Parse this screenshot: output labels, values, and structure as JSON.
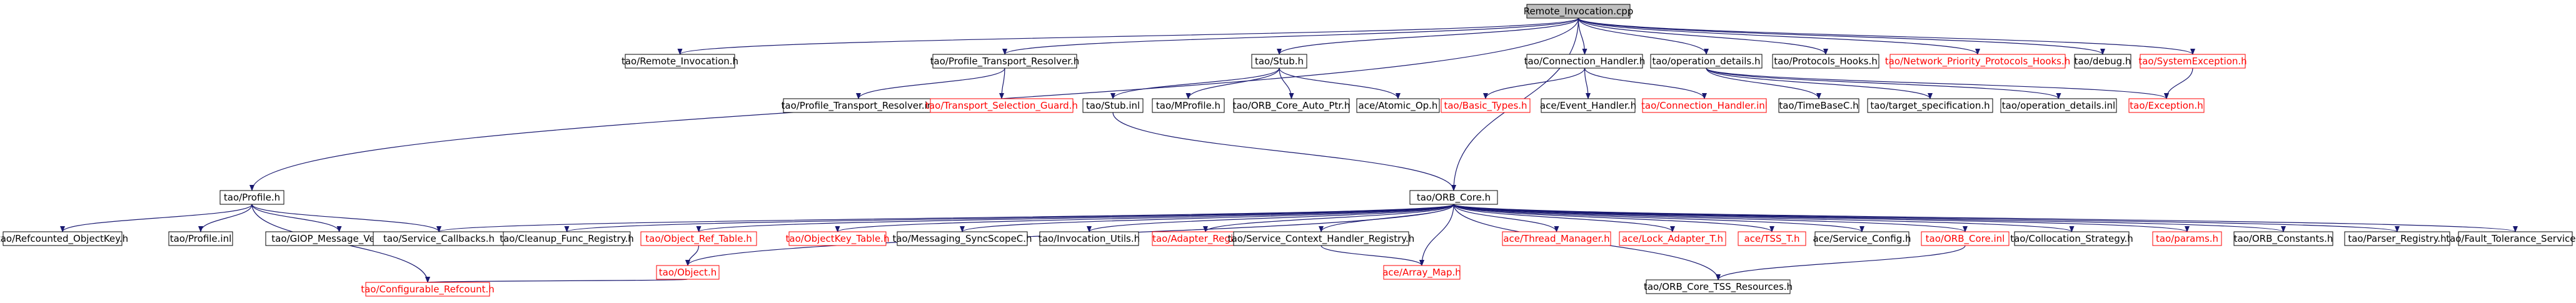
{
  "diagram": {
    "title": "Include dependency graph for Remote_Invocation.cpp",
    "colors": {
      "edge": "#191970",
      "root_fill": "#bfbfbf",
      "node_fill": "#ffffff",
      "node_border": "#000000",
      "missing_border": "#ff0000"
    },
    "nodes": [
      {
        "id": "root",
        "label": "Remote_Invocation.cpp",
        "style": "root"
      },
      {
        "id": "n_remote_inv_h",
        "label": "tao/Remote_Invocation.h",
        "style": "normal"
      },
      {
        "id": "n_ptr_h",
        "label": "tao/Profile_Transport_Resolver.h",
        "style": "normal"
      },
      {
        "id": "n_stub_h",
        "label": "tao/Stub.h",
        "style": "normal"
      },
      {
        "id": "n_conn_handler_h",
        "label": "tao/Connection_Handler.h",
        "style": "normal"
      },
      {
        "id": "n_opdetails_h",
        "label": "tao/operation_details.h",
        "style": "normal"
      },
      {
        "id": "n_protocols_hooks",
        "label": "tao/Protocols_Hooks.h",
        "style": "normal"
      },
      {
        "id": "n_npp_hooks",
        "label": "tao/Network_Priority_Protocols_Hooks.h",
        "style": "missing"
      },
      {
        "id": "n_debug",
        "label": "tao/debug.h",
        "style": "normal"
      },
      {
        "id": "n_sysexc",
        "label": "tao/SystemException.h",
        "style": "missing"
      },
      {
        "id": "n_ptr_inl",
        "label": "tao/Profile_Transport_Resolver.inl",
        "style": "normal"
      },
      {
        "id": "n_tsg",
        "label": "tao/Transport_Selection_Guard.h",
        "style": "missing"
      },
      {
        "id": "n_stub_inl",
        "label": "tao/Stub.inl",
        "style": "normal"
      },
      {
        "id": "n_mprofile",
        "label": "tao/MProfile.h",
        "style": "normal"
      },
      {
        "id": "n_orb_auto_ptr",
        "label": "tao/ORB_Core_Auto_Ptr.h",
        "style": "normal"
      },
      {
        "id": "n_atomic_op",
        "label": "ace/Atomic_Op.h",
        "style": "normal"
      },
      {
        "id": "n_basic_types",
        "label": "tao/Basic_Types.h",
        "style": "missing"
      },
      {
        "id": "n_event_handler",
        "label": "ace/Event_Handler.h",
        "style": "normal"
      },
      {
        "id": "n_conn_handler_inl",
        "label": "tao/Connection_Handler.inl",
        "style": "missing"
      },
      {
        "id": "n_timebasec",
        "label": "tao/TimeBaseC.h",
        "style": "normal"
      },
      {
        "id": "n_target_spec",
        "label": "tao/target_specification.h",
        "style": "normal"
      },
      {
        "id": "n_opdetails_inl",
        "label": "tao/operation_details.inl",
        "style": "normal"
      },
      {
        "id": "n_exception",
        "label": "tao/Exception.h",
        "style": "missing"
      },
      {
        "id": "n_profile_h",
        "label": "tao/Profile.h",
        "style": "normal"
      },
      {
        "id": "n_orb_core",
        "label": "tao/ORB_Core.h",
        "style": "normal"
      },
      {
        "id": "n_refcounted_objkey",
        "label": "tao/Refcounted_ObjectKey.h",
        "style": "normal"
      },
      {
        "id": "n_profile_inl",
        "label": "tao/Profile.inl",
        "style": "normal"
      },
      {
        "id": "n_giop_ver",
        "label": "tao/GIOP_Message_Version.h",
        "style": "normal"
      },
      {
        "id": "n_service_callbacks",
        "label": "tao/Service_Callbacks.h",
        "style": "normal"
      },
      {
        "id": "n_cleanup_func",
        "label": "tao/Cleanup_Func_Registry.h",
        "style": "normal"
      },
      {
        "id": "n_objref_table",
        "label": "tao/Object_Ref_Table.h",
        "style": "missing"
      },
      {
        "id": "n_objkey_table",
        "label": "tao/ObjectKey_Table.h",
        "style": "missing"
      },
      {
        "id": "n_messaging_sync",
        "label": "tao/Messaging_SyncScopeC.h",
        "style": "normal"
      },
      {
        "id": "n_invocation_utils",
        "label": "tao/Invocation_Utils.h",
        "style": "normal"
      },
      {
        "id": "n_adapter_registry",
        "label": "tao/Adapter_Registry.h",
        "style": "missing"
      },
      {
        "id": "n_scontext_registry",
        "label": "tao/Service_Context_Handler_Registry.h",
        "style": "normal"
      },
      {
        "id": "n_thread_manager",
        "label": "ace/Thread_Manager.h",
        "style": "missing"
      },
      {
        "id": "n_lock_adapter",
        "label": "ace/Lock_Adapter_T.h",
        "style": "missing"
      },
      {
        "id": "n_tss_t",
        "label": "ace/TSS_T.h",
        "style": "missing"
      },
      {
        "id": "n_service_config",
        "label": "ace/Service_Config.h",
        "style": "normal"
      },
      {
        "id": "n_orb_core_inl",
        "label": "tao/ORB_Core.inl",
        "style": "missing"
      },
      {
        "id": "n_collocation",
        "label": "tao/Collocation_Strategy.h",
        "style": "normal"
      },
      {
        "id": "n_params",
        "label": "tao/params.h",
        "style": "missing"
      },
      {
        "id": "n_orb_constants",
        "label": "tao/ORB_Constants.h",
        "style": "normal"
      },
      {
        "id": "n_parser_registry",
        "label": "tao/Parser_Registry.h",
        "style": "normal"
      },
      {
        "id": "n_fault_tolerance",
        "label": "tao/Fault_Tolerance_Service.h",
        "style": "normal"
      },
      {
        "id": "n_object_h",
        "label": "tao/Object.h",
        "style": "missing"
      },
      {
        "id": "n_array_map",
        "label": "ace/Array_Map.h",
        "style": "missing"
      },
      {
        "id": "n_orb_tss",
        "label": "tao/ORB_Core_TSS_Resources.h",
        "style": "normal"
      },
      {
        "id": "n_configurable_refcount",
        "label": "tao/Configurable_Refcount.h",
        "style": "missing"
      }
    ],
    "edges": [
      [
        "root",
        "n_remote_inv_h"
      ],
      [
        "root",
        "n_ptr_h"
      ],
      [
        "root",
        "n_stub_h"
      ],
      [
        "root",
        "n_conn_handler_h"
      ],
      [
        "root",
        "n_opdetails_h"
      ],
      [
        "root",
        "n_protocols_hooks"
      ],
      [
        "root",
        "n_npp_hooks"
      ],
      [
        "root",
        "n_debug"
      ],
      [
        "root",
        "n_sysexc"
      ],
      [
        "root",
        "n_profile_h"
      ],
      [
        "root",
        "n_orb_core"
      ],
      [
        "n_ptr_h",
        "n_ptr_inl"
      ],
      [
        "n_ptr_h",
        "n_tsg"
      ],
      [
        "n_stub_h",
        "n_stub_inl"
      ],
      [
        "n_stub_h",
        "n_mprofile"
      ],
      [
        "n_stub_h",
        "n_orb_auto_ptr"
      ],
      [
        "n_stub_h",
        "n_atomic_op"
      ],
      [
        "n_stub_inl",
        "n_orb_core"
      ],
      [
        "n_conn_handler_h",
        "n_basic_types"
      ],
      [
        "n_conn_handler_h",
        "n_event_handler"
      ],
      [
        "n_conn_handler_h",
        "n_conn_handler_inl"
      ],
      [
        "n_opdetails_h",
        "n_timebasec"
      ],
      [
        "n_opdetails_h",
        "n_target_spec"
      ],
      [
        "n_opdetails_h",
        "n_opdetails_inl"
      ],
      [
        "n_opdetails_h",
        "n_exception"
      ],
      [
        "n_sysexc",
        "n_exception"
      ],
      [
        "n_profile_h",
        "n_refcounted_objkey"
      ],
      [
        "n_profile_h",
        "n_profile_inl"
      ],
      [
        "n_profile_h",
        "n_giop_ver"
      ],
      [
        "n_profile_h",
        "n_service_callbacks"
      ],
      [
        "n_profile_h",
        "n_configurable_refcount"
      ],
      [
        "n_orb_core",
        "n_service_callbacks"
      ],
      [
        "n_orb_core",
        "n_cleanup_func"
      ],
      [
        "n_orb_core",
        "n_objref_table"
      ],
      [
        "n_orb_core",
        "n_objkey_table"
      ],
      [
        "n_orb_core",
        "n_messaging_sync"
      ],
      [
        "n_orb_core",
        "n_invocation_utils"
      ],
      [
        "n_orb_core",
        "n_adapter_registry"
      ],
      [
        "n_orb_core",
        "n_scontext_registry"
      ],
      [
        "n_orb_core",
        "n_thread_manager"
      ],
      [
        "n_orb_core",
        "n_lock_adapter"
      ],
      [
        "n_orb_core",
        "n_tss_t"
      ],
      [
        "n_orb_core",
        "n_service_config"
      ],
      [
        "n_orb_core",
        "n_orb_core_inl"
      ],
      [
        "n_orb_core",
        "n_collocation"
      ],
      [
        "n_orb_core",
        "n_params"
      ],
      [
        "n_orb_core",
        "n_orb_constants"
      ],
      [
        "n_orb_core",
        "n_parser_registry"
      ],
      [
        "n_orb_core",
        "n_fault_tolerance"
      ],
      [
        "n_orb_core",
        "n_array_map"
      ],
      [
        "n_orb_core",
        "n_orb_tss"
      ],
      [
        "n_orb_core",
        "n_object_h"
      ],
      [
        "n_objref_table",
        "n_object_h"
      ],
      [
        "n_scontext_registry",
        "n_array_map"
      ],
      [
        "n_object_h",
        "n_configurable_refcount"
      ],
      [
        "n_orb_core_inl",
        "n_orb_tss"
      ]
    ]
  }
}
